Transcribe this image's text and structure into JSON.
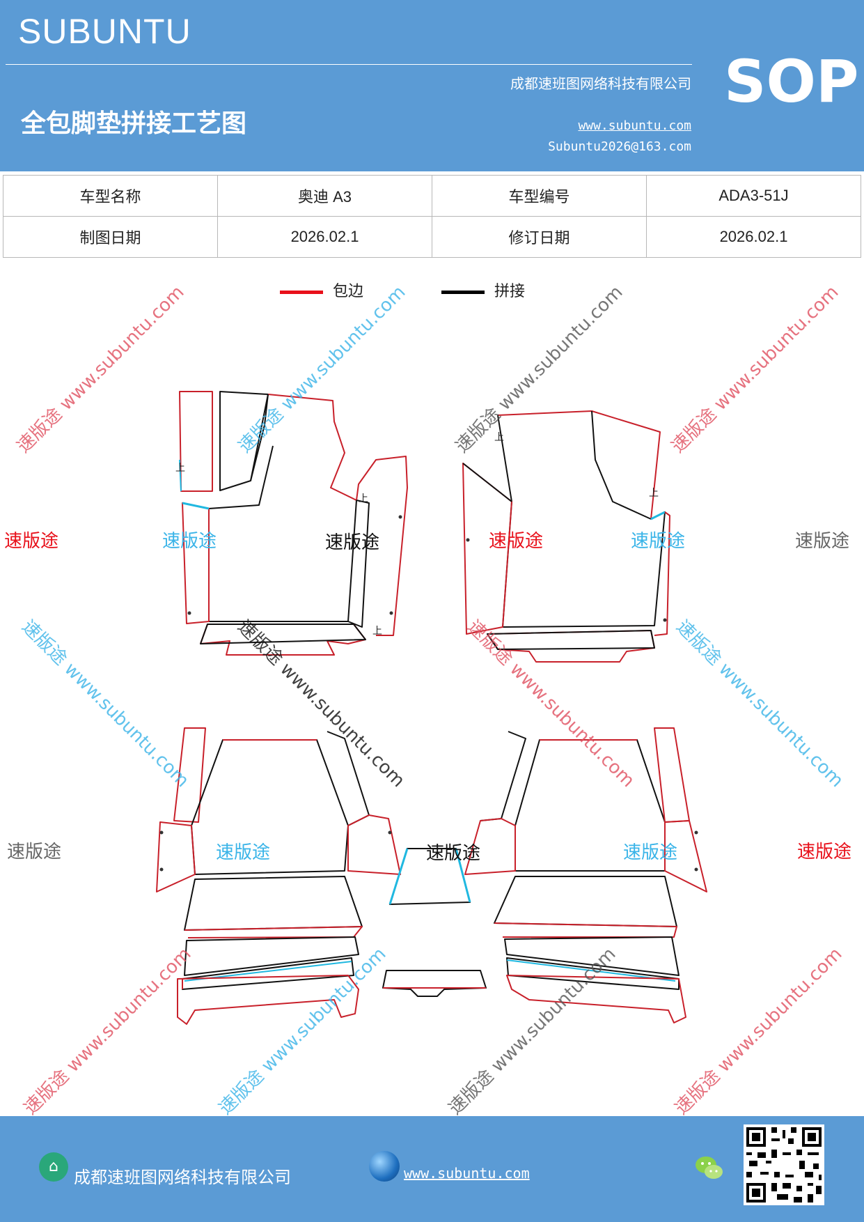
{
  "header": {
    "brand": "SUBUNTU",
    "company": "成都速班图网络科技有限公司",
    "title": "全包脚垫拼接工艺图",
    "website": "www.subuntu.com",
    "email": "Subuntu2026@163.com",
    "badge": "SOP"
  },
  "info_table": {
    "row1": [
      "车型名称",
      "奥迪 A3",
      "车型编号",
      "ADA3-51J"
    ],
    "row2": [
      "制图日期",
      "2026.02.1",
      "修订日期",
      "2026.02.1"
    ]
  },
  "legend": {
    "edge_label": "包边",
    "edge_color": "#e8101a",
    "seam_label": "拼接",
    "seam_color": "#000000"
  },
  "diagram": {
    "up_mark": "上",
    "watermark_brand": "速版途",
    "watermark_site": "速版途 www.subuntu.com",
    "colors": {
      "edge": "#c8202a",
      "seam": "#111111",
      "join": "#20b8e0"
    }
  },
  "footer": {
    "company": "成都速班图网络科技有限公司",
    "website": "www.subuntu.com",
    "house_icon": "house-icon",
    "globe_icon": "globe-icon",
    "wechat_icon": "wechat-icon",
    "qr_icon": "qr-code"
  }
}
